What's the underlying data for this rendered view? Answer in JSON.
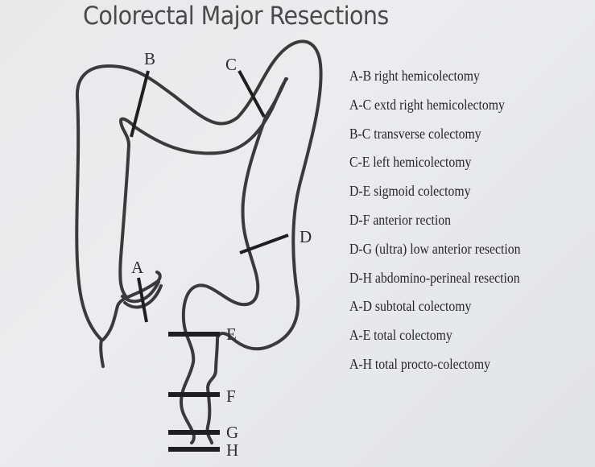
{
  "title": "Colorectal Major Resections",
  "markers": {
    "A": "A",
    "B": "B",
    "C": "C",
    "D": "D",
    "E": "E",
    "F": "F",
    "G": "G",
    "H": "H"
  },
  "legend": [
    {
      "range": "A-B",
      "procedure": "right hemicolectomy",
      "text": "A-B right hemicolectomy"
    },
    {
      "range": "A-C",
      "procedure": "extd right hemicolectomy",
      "text": "A-C extd right hemicolectomy"
    },
    {
      "range": "B-C",
      "procedure": "transverse colectomy",
      "text": "B-C transverse colectomy"
    },
    {
      "range": "C-E",
      "procedure": "left hemicolectomy",
      "text": "C-E left hemicolectomy"
    },
    {
      "range": "D-E",
      "procedure": "sigmoid colectomy",
      "text": "D-E sigmoid colectomy"
    },
    {
      "range": "D-F",
      "procedure": "anterior rection",
      "text": "D-F anterior rection"
    },
    {
      "range": "D-G",
      "procedure": "(ultra) low anterior resection",
      "text": "D-G (ultra) low anterior resection"
    },
    {
      "range": "D-H",
      "procedure": "abdomino-perineal resection",
      "text": "D-H abdomino-perineal resection"
    },
    {
      "range": "A-D",
      "procedure": "subtotal colectomy",
      "text": "A-D subtotal colectomy"
    },
    {
      "range": "A-E",
      "procedure": "total colectomy",
      "text": "A-E total colectomy"
    },
    {
      "range": "A-H",
      "procedure": "total procto-colectomy",
      "text": "A-H total procto-colectomy"
    }
  ],
  "colors": {
    "background": "#e9e9ea",
    "outline": "#3a3a3c",
    "cut_line": "#1f1f21",
    "title_text": "#4a4a4c",
    "legend_text": "#262628"
  }
}
